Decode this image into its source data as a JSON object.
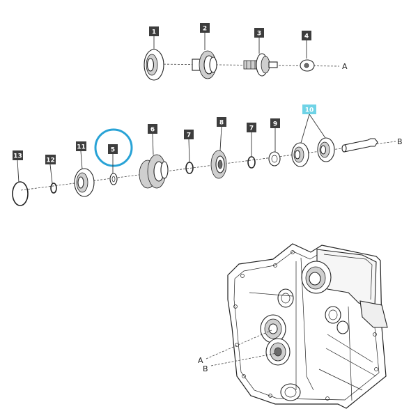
{
  "diagram": {
    "part_labels": {
      "p1": "1",
      "p2": "2",
      "p3": "3",
      "p4": "4",
      "p5": "5",
      "p6": "6",
      "p7a": "7",
      "p7b": "7",
      "p8": "8",
      "p9": "9",
      "p10": "10",
      "p11": "11",
      "p12": "12",
      "p13": "13"
    },
    "axis_labels": {
      "top_a": "A",
      "mid_b": "B",
      "housing_a": "A",
      "housing_b": "B"
    },
    "highlighted_part": "5",
    "selected_label": "10",
    "colors": {
      "highlight_ring": "#29a3d6",
      "selected_label_bg": "#6fd3e6",
      "label_bg": "#3d3d3d"
    }
  }
}
